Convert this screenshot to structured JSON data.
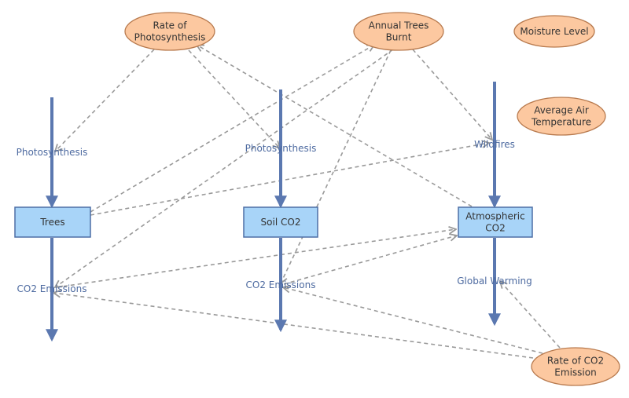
{
  "colors": {
    "stock_fill": "#a8d4f8",
    "stock_stroke": "#4d6ea6",
    "variable_fill": "#fcc8a0",
    "variable_stroke": "#b87a4e",
    "flow": "#5b78b0",
    "link": "#9a9a9a",
    "label": "#4d6aa0"
  },
  "stocks": [
    {
      "id": "trees",
      "label": "Trees"
    },
    {
      "id": "soil",
      "label": "Soil CO2"
    },
    {
      "id": "atmo",
      "lines": [
        "Atmospheric",
        "CO2"
      ]
    }
  ],
  "variables": [
    {
      "id": "rate_photo",
      "lines": [
        "Rate of",
        "Photosynthesis"
      ]
    },
    {
      "id": "trees_burnt",
      "lines": [
        "Annual Trees",
        "Burnt"
      ]
    },
    {
      "id": "moisture",
      "lines": [
        "Moisture Level"
      ]
    },
    {
      "id": "air_temp",
      "lines": [
        "Average Air",
        "Temperature"
      ]
    },
    {
      "id": "rate_co2",
      "lines": [
        "Rate of CO2",
        "Emission"
      ]
    }
  ],
  "flows": [
    {
      "id": "photo1",
      "label": "Photosynthesis"
    },
    {
      "id": "emis1",
      "label": "CO2 Emissions"
    },
    {
      "id": "photo2",
      "label": "Photosynthesis"
    },
    {
      "id": "emis2",
      "label": "CO2 Emissions"
    },
    {
      "id": "wildfires",
      "label": "Wildfires"
    },
    {
      "id": "warming",
      "label": "Global Warming"
    }
  ],
  "links": [
    {
      "from": "rate_photo",
      "to": "photo1"
    },
    {
      "from": "rate_photo",
      "to": "photo2"
    },
    {
      "from": "atmo",
      "to": "rate_photo"
    },
    {
      "from": "trees",
      "to": "trees_burnt"
    },
    {
      "from": "trees",
      "to": "wildfires"
    },
    {
      "from": "trees_burnt",
      "to": "wildfires"
    },
    {
      "from": "trees_burnt",
      "to": "emis1"
    },
    {
      "from": "trees_burnt",
      "to": "emis2"
    },
    {
      "from": "emis1",
      "to": "atmo"
    },
    {
      "from": "emis2",
      "to": "atmo"
    },
    {
      "from": "rate_co2",
      "to": "emis1"
    },
    {
      "from": "rate_co2",
      "to": "emis2"
    },
    {
      "from": "rate_co2",
      "to": "warming"
    }
  ]
}
